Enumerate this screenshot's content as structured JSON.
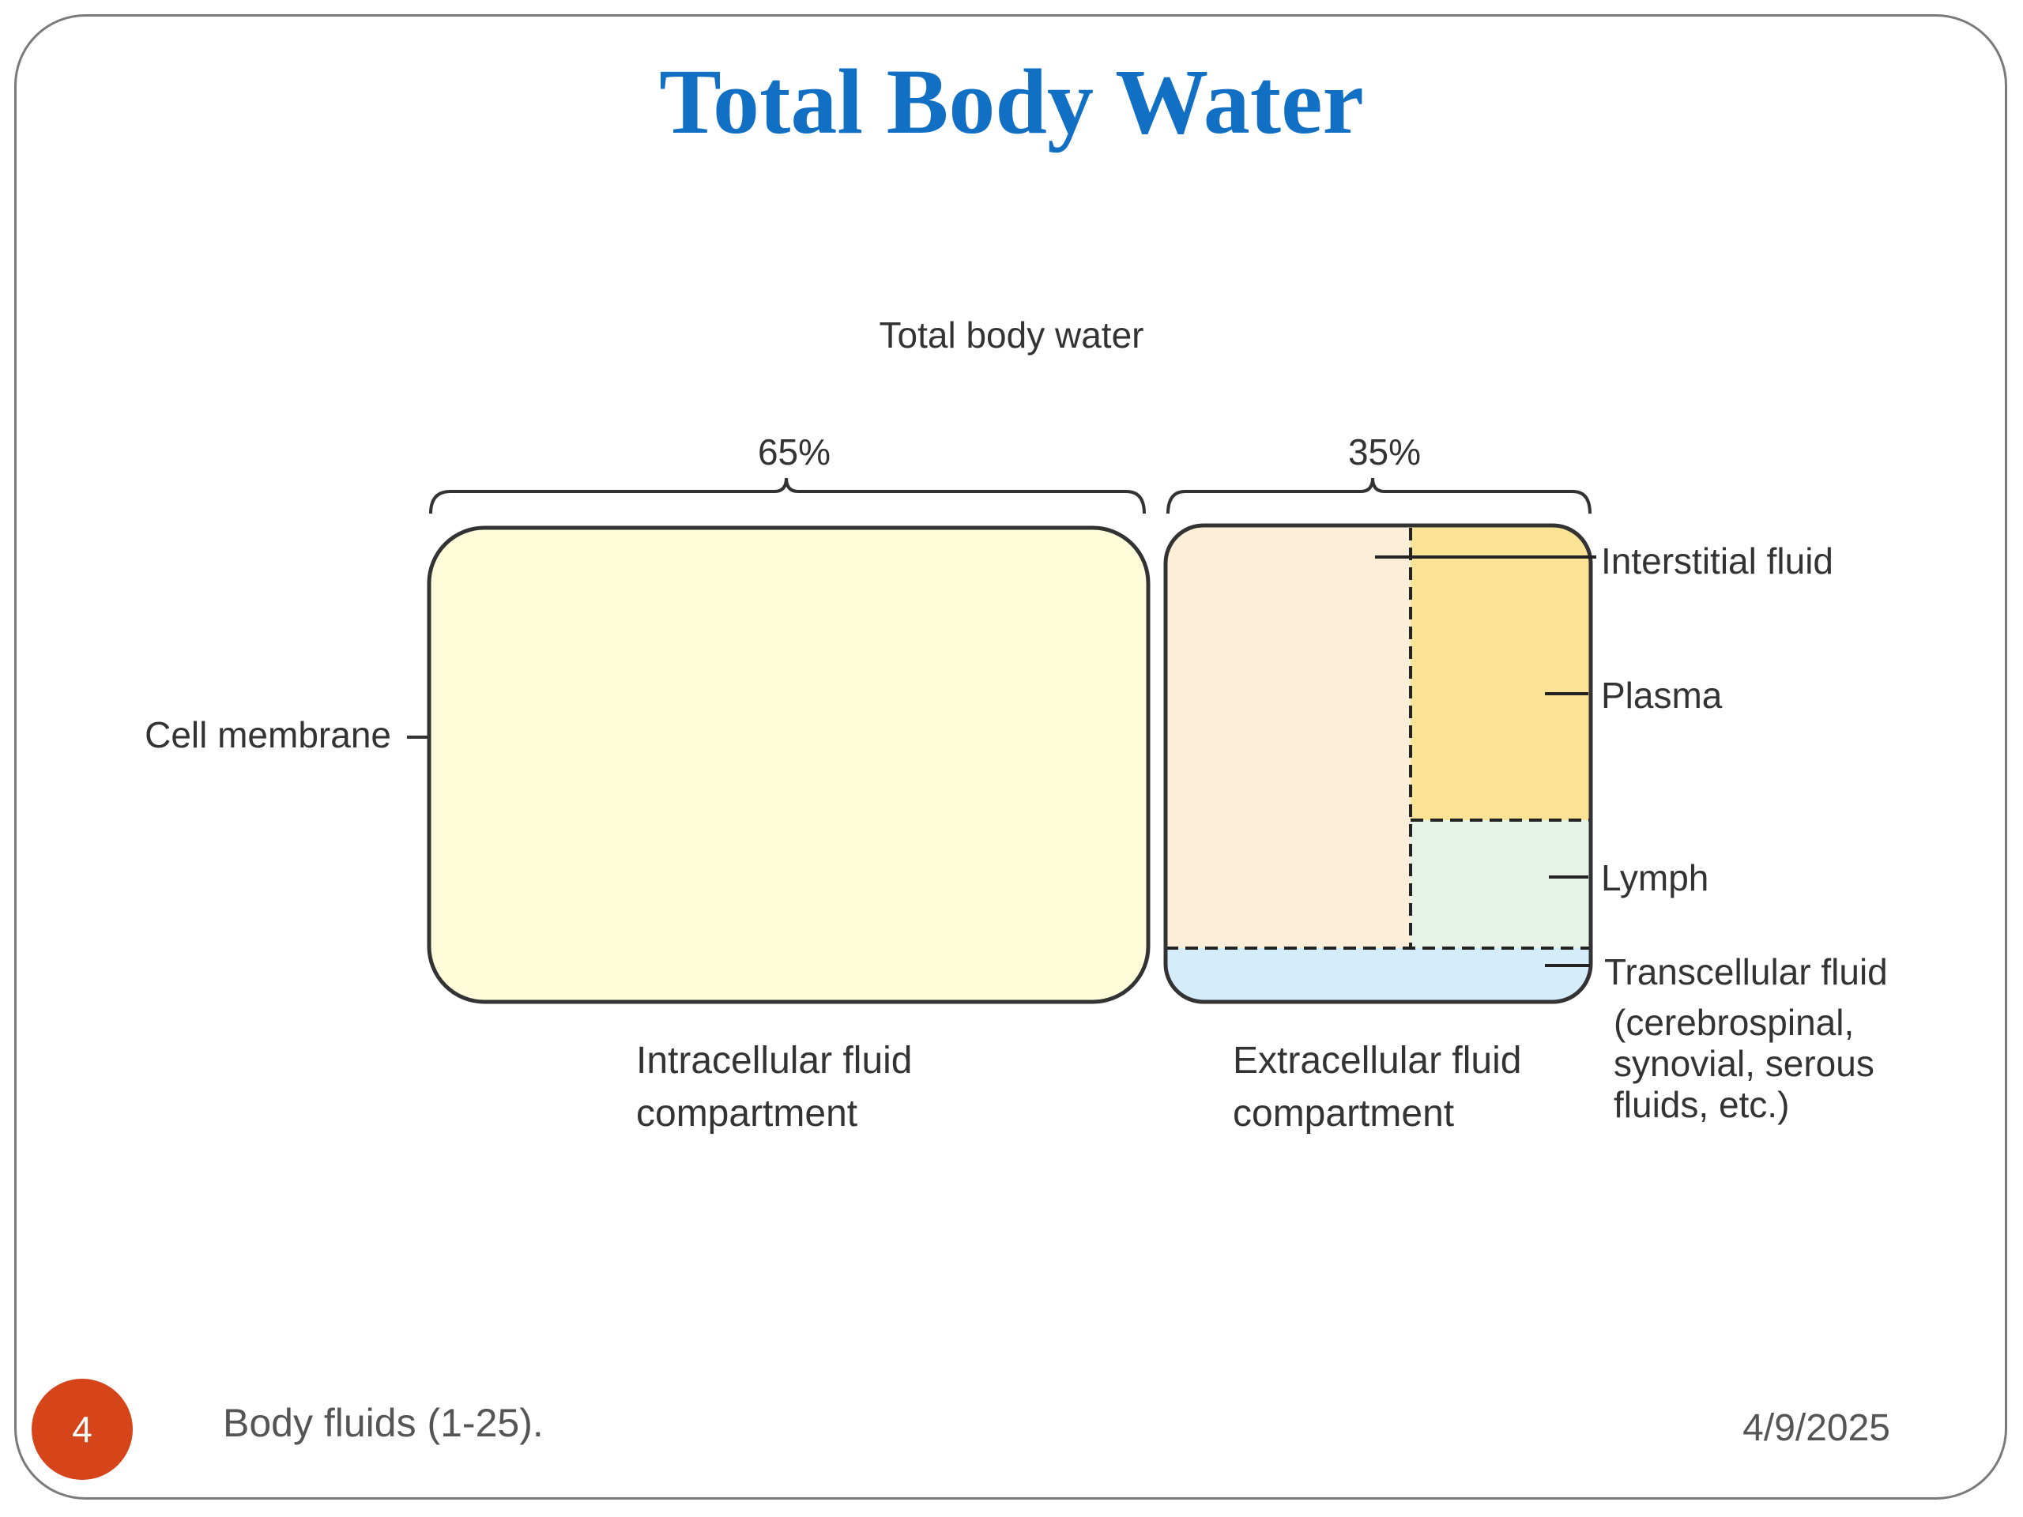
{
  "slide": {
    "title": "Total Body Water",
    "footer": "Body fluids (1-25).",
    "date": "4/9/2025",
    "page_number": "4"
  },
  "diagram": {
    "heading": "Total body water",
    "icf_percent": "65%",
    "ecf_percent": "35%",
    "cell_membrane": "Cell membrane",
    "icf_label_1": "Intracellular fluid",
    "icf_label_2": "compartment",
    "ecf_label_1": "Extracellular fluid",
    "ecf_label_2": "compartment",
    "interstitial": "Interstitial fluid",
    "plasma": "Plasma",
    "lymph": "Lymph",
    "transcellular_1": "Transcellular fluid",
    "transcellular_2": "(cerebrospinal,",
    "transcellular_3": "synovial, serous",
    "transcellular_4": "fluids, etc.)"
  },
  "colors": {
    "title": "#1170c4",
    "icf_fill": "#fefcd9",
    "interstitial_fill": "#fdeed9",
    "plasma_fill": "#fbe395",
    "lymph_fill": "#e8f3e8",
    "transcellular_fill": "#d5ecfb",
    "badge": "#d6441a"
  }
}
